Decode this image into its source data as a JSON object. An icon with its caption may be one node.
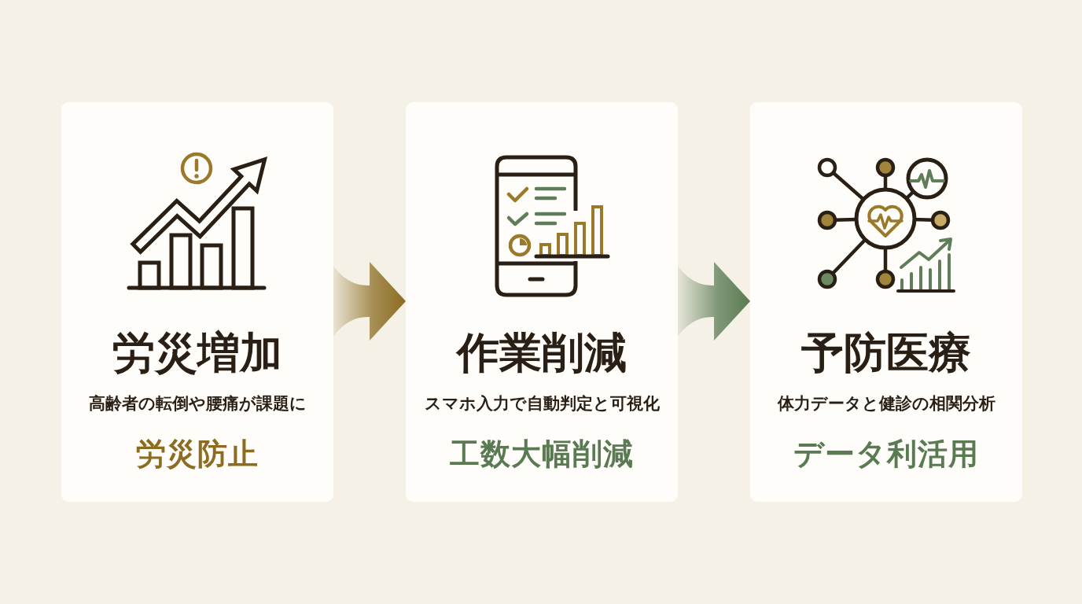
{
  "diagram": {
    "nodes": [
      {
        "text": [
          "労災増加",
          "高齢者の転倒や腰痛が課題に",
          "労災防止"
        ]
      },
      {
        "text": [
          "作業削減",
          "スマホ入力で自動判定と可視化",
          "工数大幅削減"
        ]
      },
      {
        "text": [
          "予防医療",
          "体力データと健診の相関分析",
          "データ利活用"
        ]
      }
    ],
    "edges": [
      {
        "from": 0,
        "to": 1,
        "arrow": "to",
        "color": "#8b6c21"
      },
      {
        "from": 1,
        "to": 2,
        "arrow": "to",
        "color": "#5a7a52"
      }
    ]
  }
}
